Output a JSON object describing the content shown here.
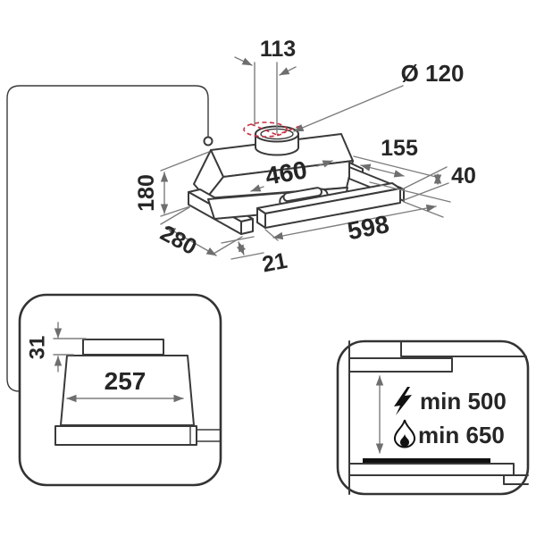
{
  "colors": {
    "background": "#ffffff",
    "object_line": "#3a3a3a",
    "dimension_line": "#7d7d7d",
    "label_text": "#262626",
    "cutout_dashed": "#ca3344",
    "cooktop_fill": "#111111"
  },
  "main_view": {
    "labels": {
      "duct_offset": "113",
      "duct_diameter": "Ø 120",
      "rear_depth": "155",
      "visor_height": "40",
      "total_height": "180",
      "body_width": "460",
      "total_depth": "280",
      "front_width": "598",
      "visor_lip": "21"
    }
  },
  "duct_detail_view": {
    "labels": {
      "collar_height": "31",
      "housing_width": "257"
    }
  },
  "clearance_view": {
    "labels": {
      "electric_clearance": "min 500",
      "gas_clearance": "min 650"
    },
    "icons": [
      "lightning-bolt-icon",
      "gas-flame-icon"
    ]
  }
}
